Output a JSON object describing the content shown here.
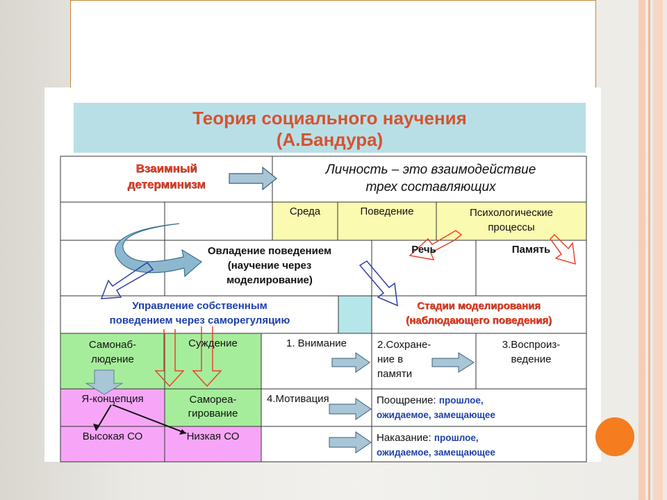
{
  "colors": {
    "heading_bg": "#b9dfe6",
    "heading_text": "#d5532f",
    "yellow_cell": "#fafab0",
    "green_cell": "#a6ed9b",
    "pink_cell": "#f7a6f7",
    "cyan_cell": "#b5e6ea",
    "accent_orange": "#f47d20",
    "arrow_red": "#e8432a",
    "arrow_blue": "#2e3ea6"
  },
  "heading": {
    "line1": "Теория социального научения",
    "line2": "(А.Бандура)"
  },
  "rows": {
    "r1": {
      "left_l1": "Взаимный",
      "left_l2": "детерминизм",
      "right_l1": "Личность – это взаимодействие",
      "right_l2": "трех составляющих"
    },
    "r2": {
      "env": "Среда",
      "behavior": "Поведение",
      "psych_l1": "Психологические",
      "psych_l2": "процессы"
    },
    "r3": {
      "mastery_l1": "Овладение поведением",
      "mastery_l2": "(научение через",
      "mastery_l3": "моделирование)",
      "speech": "Речь",
      "memory": "Память"
    },
    "r4": {
      "self_l1": "Управление собственным",
      "self_l2": "поведением через саморегуляцию",
      "stages_l1": "Стадии моделирования",
      "stages_l2": "(наблюдающего поведения)"
    },
    "r5": {
      "selfobs_l1": "Самонаб-",
      "selfobs_l2": "людение",
      "judgment": "Суждение",
      "attention": "1. Внимание",
      "retention_l1": "2.Сохране-",
      "retention_l2": "ние в",
      "retention_l3": "памяти",
      "reproduction_l1": "3.Воспроиз-",
      "reproduction_l2": "ведение"
    },
    "r6": {
      "selfconcept": "Я-концепция",
      "selfreg_l1": "Самореа-",
      "selfreg_l2": "гирование",
      "motivation": "4.Мотивация",
      "reward_label": "Поощрение:",
      "reward_l1": "прошлое,",
      "reward_l2": "ожидаемое, замещающее"
    },
    "r7": {
      "high": "Высокая СО",
      "low": "Низкая СО",
      "punish_label": "Наказание:",
      "punish_l1": "прошлое,",
      "punish_l2": "ожидаемое, замещающее"
    }
  }
}
